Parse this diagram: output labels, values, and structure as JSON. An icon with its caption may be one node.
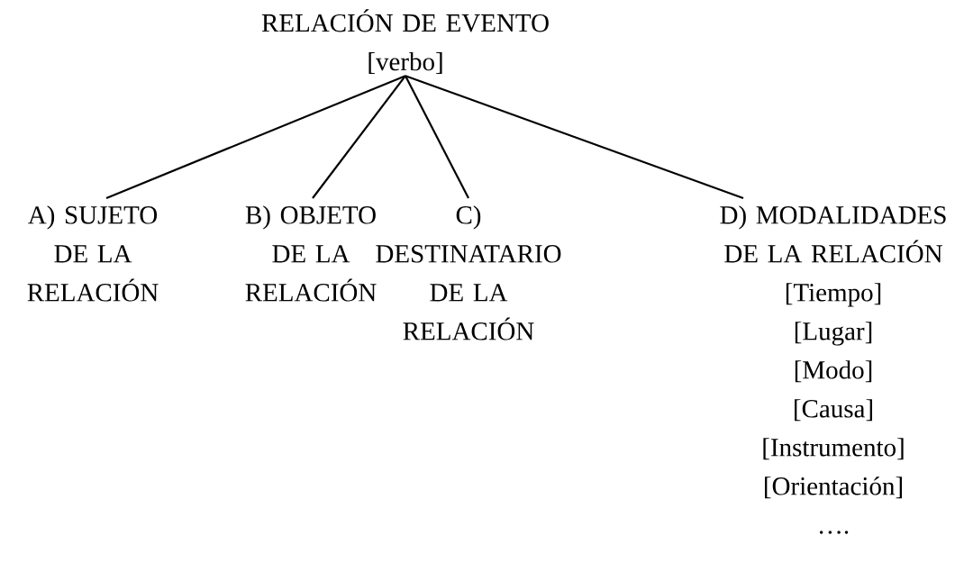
{
  "diagram": {
    "nodes": [
      {
        "text": [
          "RELACIÓN DE EVENTO",
          "[verbo]"
        ]
      },
      {
        "text": [
          "A) SUJETO DE LA RELACIÓN"
        ]
      },
      {
        "text": [
          "B) OBJETO DE LA RELACIÓN"
        ]
      },
      {
        "text": [
          "C) DESTINATARIO DE LA RELACIÓN"
        ]
      },
      {
        "text": [
          "D) MODALIDADES DE LA RELACIÓN",
          "[Tiempo]",
          "[Lugar]",
          "[Modo]",
          "[Causa]",
          "[Instrumento]",
          "[Orientación]",
          "…."
        ]
      }
    ],
    "edges": [
      {
        "from": 0,
        "to": 1,
        "arrow": "none"
      },
      {
        "from": 0,
        "to": 2,
        "arrow": "none"
      },
      {
        "from": 0,
        "to": 3,
        "arrow": "none"
      },
      {
        "from": 0,
        "to": 4,
        "arrow": "none"
      }
    ]
  }
}
